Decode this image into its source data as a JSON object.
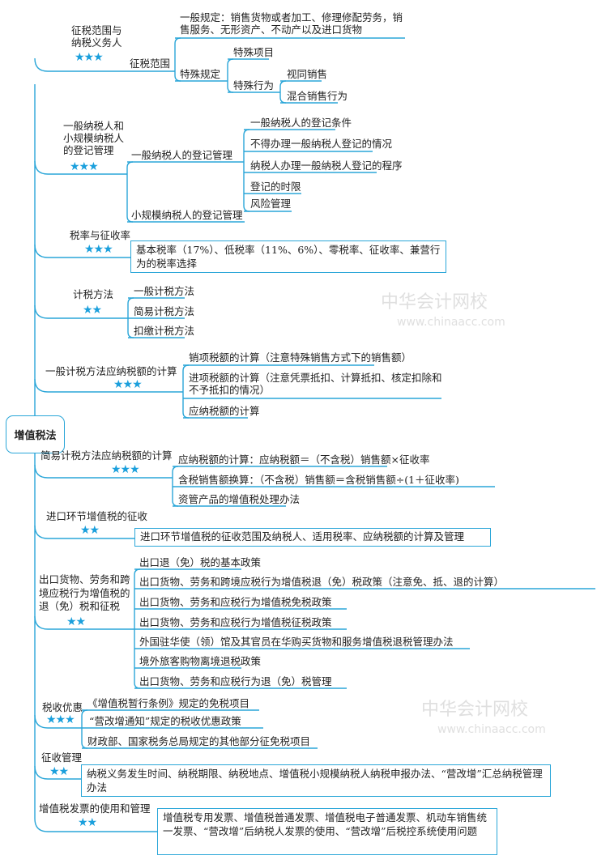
{
  "root": "增值税法",
  "watermark": {
    "cn": "中华会计网校",
    "url": "www.chinaacc.com"
  },
  "accent_color": "#2aa6d8",
  "star_color": "#1a9fdc",
  "branches": [
    {
      "label": "征税范围与纳税义务人",
      "stars": "★★★",
      "sub": "征税范围",
      "general": "一般规定：销售货物或者加工、修理修配劳务，销售服务、无形资产、不动产以及进口货物",
      "special": "特殊规定",
      "special_item": "特殊项目",
      "special_act": "特殊行为",
      "act_items": [
        "视同销售",
        "混合销售行为"
      ]
    },
    {
      "label": "一般纳税人和小规模纳税人的登记管理",
      "stars": "★★★",
      "subs": [
        "一般纳税人的登记管理",
        "小规模纳税人的登记管理"
      ],
      "items": [
        "一般纳税人的登记条件",
        "不得办理一般纳税人登记的情况",
        "纳税人办理一般纳税人登记的程序",
        "登记的时限",
        "风险管理"
      ]
    },
    {
      "label": "税率与征收率",
      "stars": "★★★",
      "box": "基本税率（17%）、低税率（11%、6%）、零税率、征收率、兼营行为的税率选择"
    },
    {
      "label": "计税方法",
      "stars": "★★",
      "items": [
        "一般计税方法",
        "简易计税方法",
        "扣缴计税方法"
      ]
    },
    {
      "label": "一般计税方法应纳税额的计算",
      "stars": "★★★",
      "items": [
        "销项税额的计算（注意特殊销售方式下的销售额）",
        "进项税额的计算（注意凭票抵扣、计算抵扣、核定扣除和不予抵扣的情况）",
        "应纳税额的计算"
      ]
    },
    {
      "label": "简易计税方法应纳税额的计算",
      "stars": "★★★",
      "items": [
        "应纳税额的计算：应纳税额＝（不含税）销售额×征收率",
        "含税销售额换算：（不含税）销售额＝含税销售额÷(1＋征收率)",
        "资管产品的增值税处理办法"
      ]
    },
    {
      "label": "进口环节增值税的征收",
      "stars": "★★",
      "box": "进口环节增值税的征收范围及纳税人、适用税率、应纳税额的计算及管理"
    },
    {
      "label": "出口货物、劳务和跨境应税行为增值税的退（免）税和征税",
      "stars": "★★",
      "items": [
        "出口退（免）税的基本政策",
        "出口货物、劳务和跨境应税行为增值税退（免）税政策（注意免、抵、退的计算）",
        "出口货物、劳务和应税行为增值税免税政策",
        "出口货物、劳务和应税行为增值税征税政策",
        "外国驻华使（领）馆及其官员在华购买货物和服务增值税退税管理办法",
        "境外旅客购物离境退税政策",
        "出口货物、劳务和应税行为退（免）税管理"
      ]
    },
    {
      "label": "税收优惠",
      "stars": "★★★",
      "items": [
        "《增值税暂行条例》规定的免税项目",
        "“营改增通知”规定的税收优惠政策",
        "财政部、国家税务总局规定的其他部分征免税项目"
      ]
    },
    {
      "label": "征收管理",
      "stars": "★★",
      "box": "纳税义务发生时间、纳税期限、纳税地点、增值税小规模纳税人纳税申报办法、“营改增”汇总纳税管理办法"
    },
    {
      "label": "增值税发票的使用和管理",
      "stars": "★★",
      "box": "增值税专用发票、增值税普通发票、增值税电子普通发票、机动车销售统一发票、“营改增”后纳税人发票的使用、“营改增”后税控系统使用问题"
    }
  ]
}
